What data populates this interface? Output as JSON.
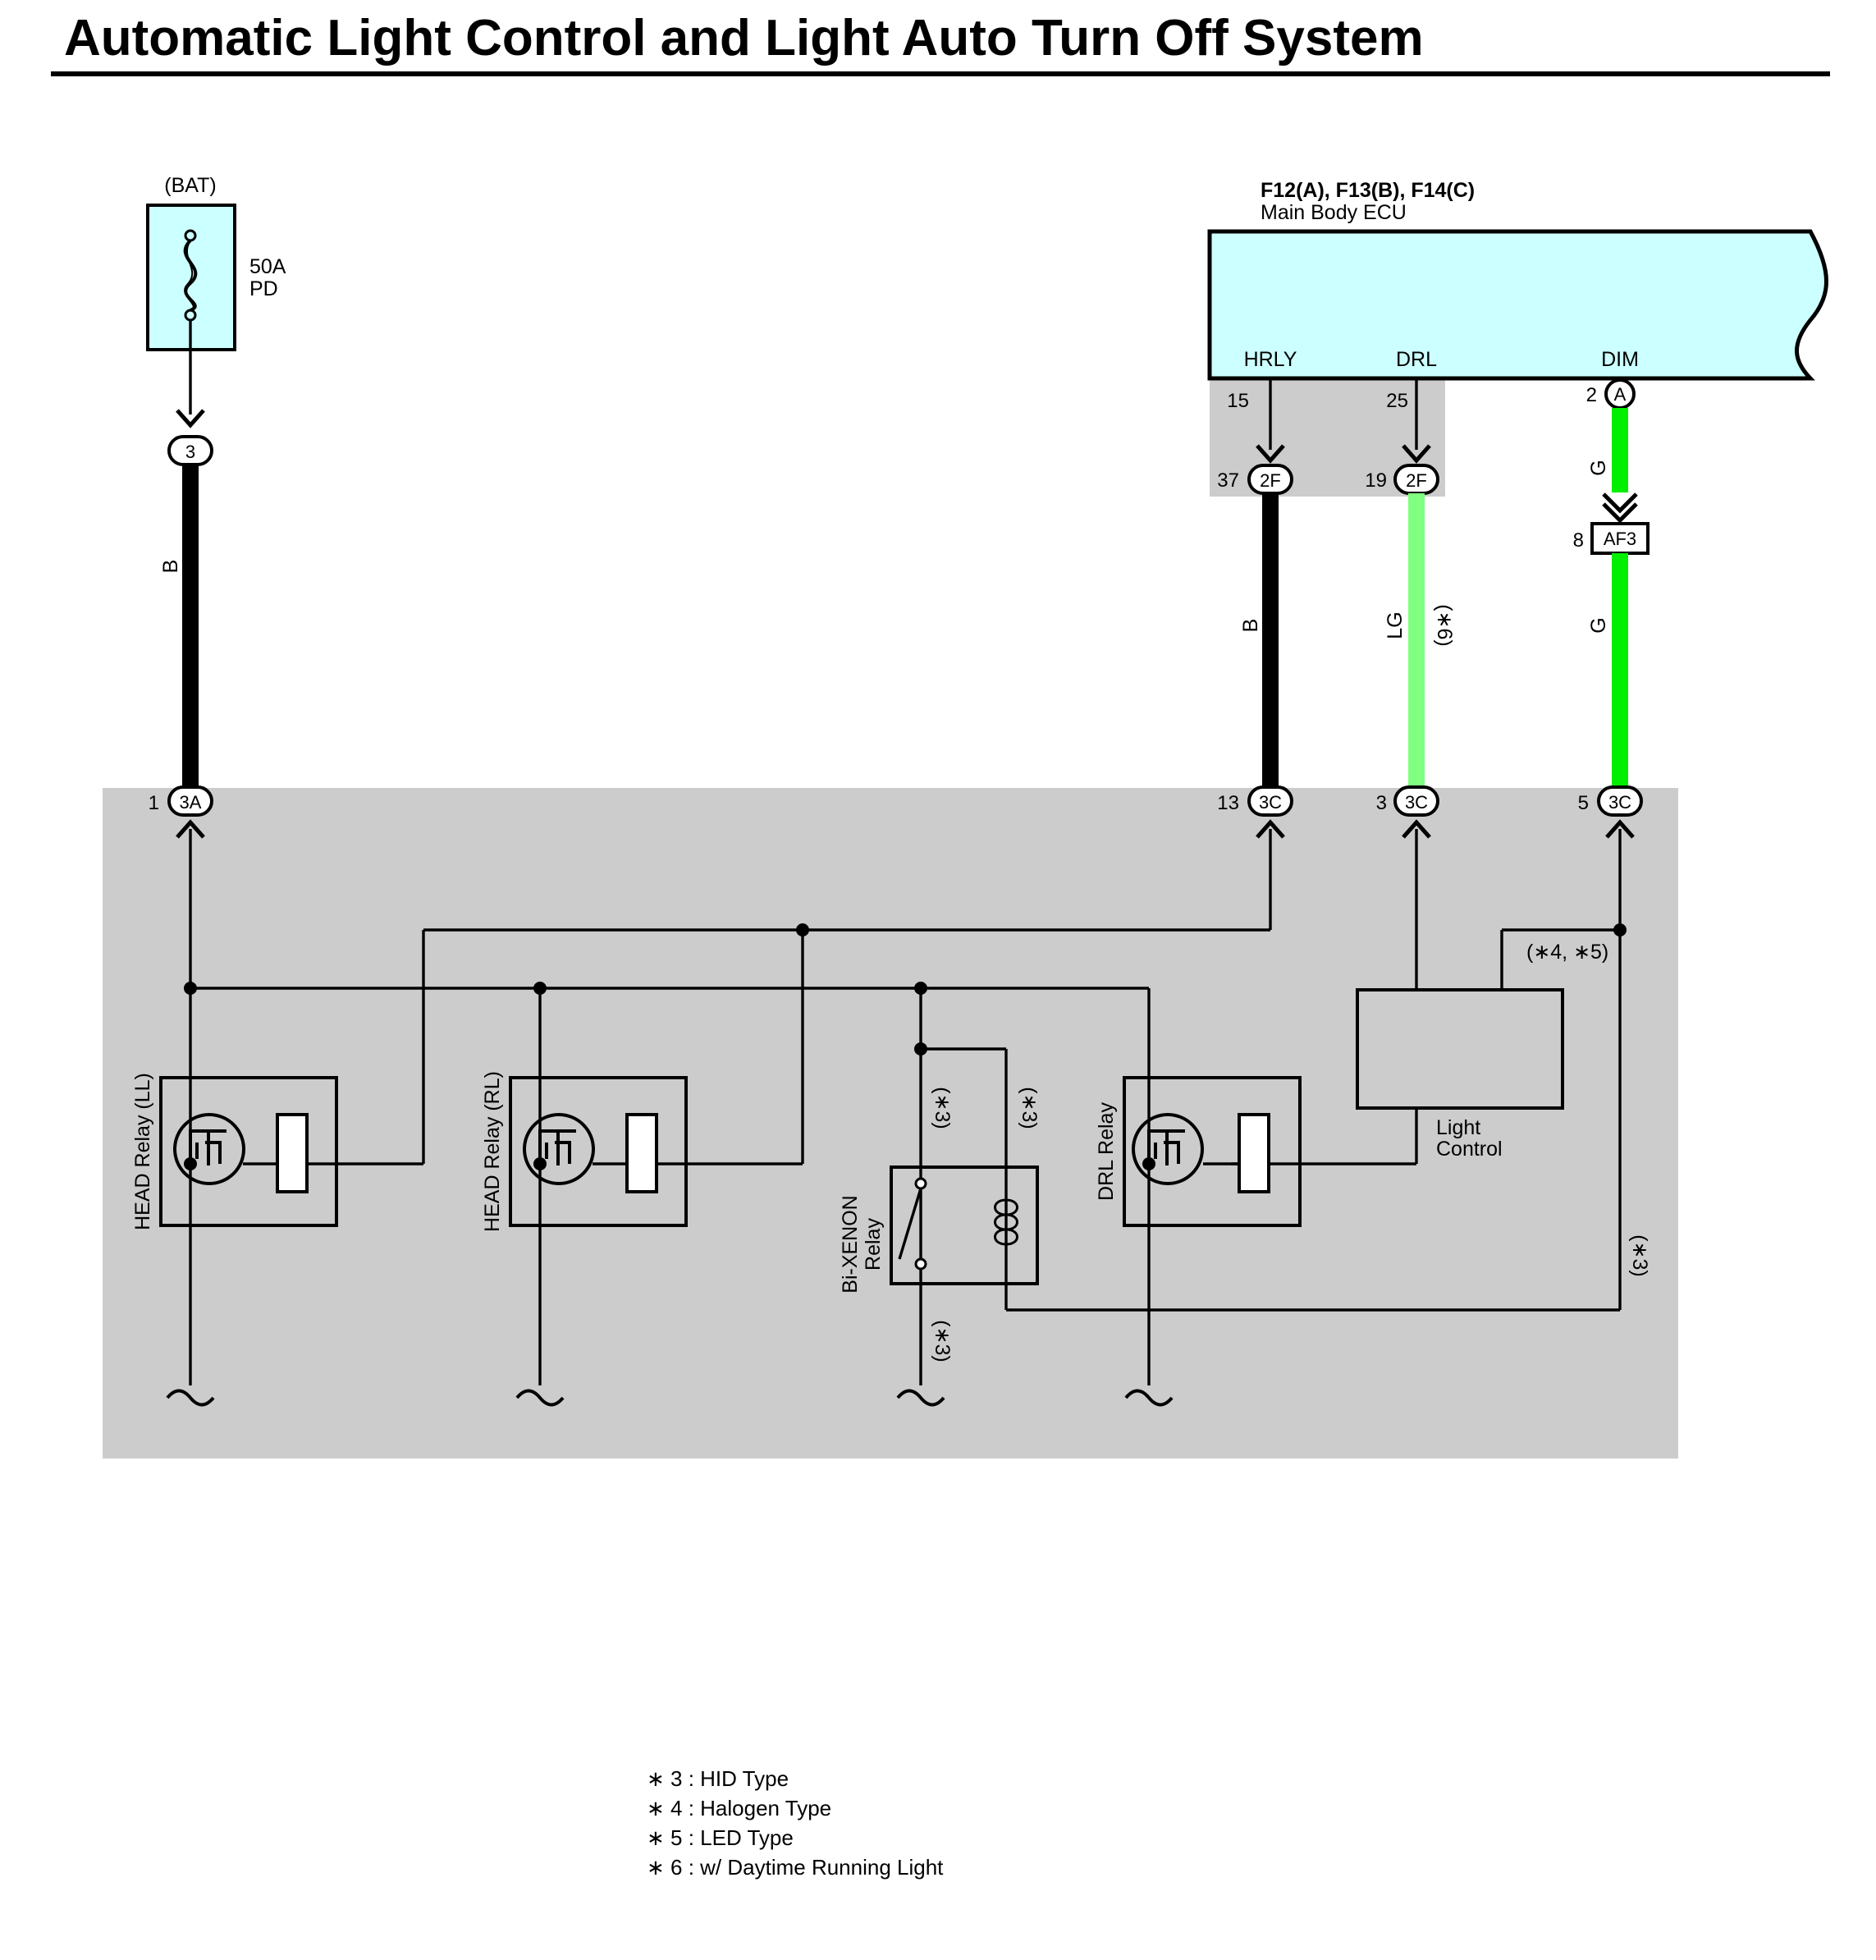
{
  "title": "Automatic Light Control and Light Auto Turn Off System",
  "colors": {
    "harness_bg": "#cccccc",
    "component_fill": "#ccffff",
    "wire_black": "#000000",
    "wire_light_green": "#80ff80",
    "wire_green": "#00ee00"
  },
  "fuse": {
    "source": "(BAT)",
    "rating": "50A",
    "name": "PD",
    "icon": "fuse-icon"
  },
  "ecu": {
    "connector_ids": "F12(A), F13(B), F14(C)",
    "name": "Main Body ECU",
    "terminals": [
      {
        "name": "HRLY",
        "pin": "15"
      },
      {
        "name": "DRL",
        "pin": "25"
      },
      {
        "name": "DIM",
        "pin": "2",
        "connector": "A"
      }
    ]
  },
  "connectors": {
    "fuse_out": "3",
    "hrly_junction": {
      "pin": "37",
      "code": "2F"
    },
    "drl_junction": {
      "pin": "19",
      "code": "2F"
    },
    "af3": {
      "pin": "8",
      "code": "AF3"
    },
    "relay_block": [
      {
        "pin": "1",
        "code": "3A"
      },
      {
        "pin": "13",
        "code": "3C"
      },
      {
        "pin": "3",
        "code": "3C"
      },
      {
        "pin": "5",
        "code": "3C"
      }
    ]
  },
  "wire_colors": {
    "bat": "B",
    "hrly": "B",
    "drl": "LG",
    "drl_note": "(∗6)",
    "dim_upper": "G",
    "dim_lower": "G"
  },
  "components": {
    "head_relay_ll": "HEAD Relay (LL)",
    "head_relay_rl": "HEAD Relay (RL)",
    "bixenon_relay_line1": "Bi-XENON",
    "bixenon_relay_line2": "Relay",
    "drl_relay": "DRL Relay",
    "light_control_line1": "Light",
    "light_control_line2": "Control"
  },
  "notes": {
    "hid_left": "(∗3)",
    "hid_right": "(∗3)",
    "hid_bottom": "(∗3)",
    "hid_dim": "(∗3)",
    "halogen_led": "(∗4, ∗5)"
  },
  "legend": [
    "∗ 3 : HID Type",
    "∗ 4 : Halogen Type",
    "∗ 5 : LED Type",
    "∗ 6 : w/ Daytime Running Light"
  ]
}
